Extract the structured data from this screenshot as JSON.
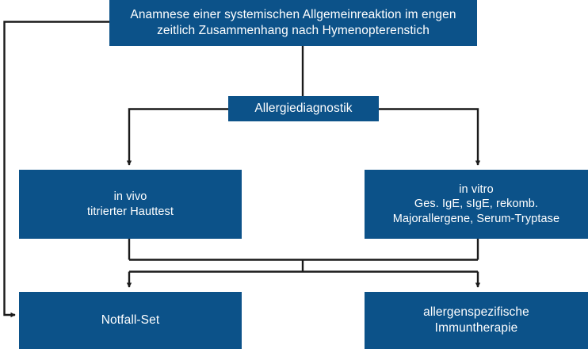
{
  "diagram": {
    "title_text": "",
    "language": "de",
    "accent_color": "#0c5289",
    "line_color": "#1a1a1a",
    "text_color": "#ffffff",
    "background_color": "#ffffff",
    "nodes": {
      "anamnese": {
        "line1": "Anamnese einer systemischen Allgemeinreaktion im engen",
        "line2": "zeitlich Zusammenhang nach Hymenopterenstich"
      },
      "allergiediagnostik": {
        "line1": "Allergiediagnostik"
      },
      "invivo": {
        "line1": "in vivo",
        "line2": "titrierter Hauttest"
      },
      "invitro": {
        "line1": "in vitro",
        "line2": "Ges. IgE, sIgE, rekomb.",
        "line3": "Majorallergene, Serum-Tryptase"
      },
      "notfallset": {
        "line1": "Notfall-Set"
      },
      "immuntherapie": {
        "line1": "allergenspezifische",
        "line2": "Immuntherapie"
      }
    },
    "edges": [
      {
        "id": "anamnese-to-allergiediagnostik",
        "from": "anamnese",
        "to": "allergiediagnostik",
        "arrow": false
      },
      {
        "id": "anamnese-to-notfallset",
        "from": "anamnese",
        "to": "notfallset",
        "arrow": true
      },
      {
        "id": "allergiediagnostik-to-invivo",
        "from": "allergiediagnostik",
        "to": "invivo",
        "arrow": true
      },
      {
        "id": "allergiediagnostik-to-invitro",
        "from": "allergiediagnostik",
        "to": "invitro",
        "arrow": true
      },
      {
        "id": "diagnostik-merge-to-notfallset",
        "from": "invivo+invitro",
        "to": "notfallset",
        "arrow": true
      },
      {
        "id": "diagnostik-merge-to-immuntherapie",
        "from": "invivo+invitro",
        "to": "immuntherapie",
        "arrow": true
      }
    ]
  }
}
